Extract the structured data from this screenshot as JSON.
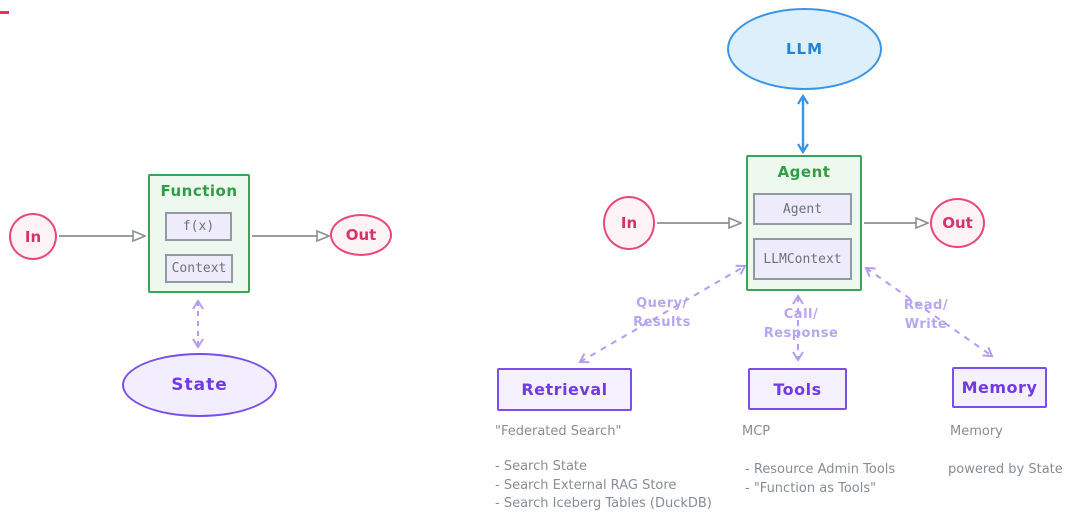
{
  "left_diagram": {
    "in_label": "In",
    "out_label": "Out",
    "function_node": {
      "title": "Function",
      "sub_items": [
        "f(x)",
        "Context"
      ]
    },
    "state_label": "State"
  },
  "right_diagram": {
    "llm_label": "LLM",
    "in_label": "In",
    "out_label": "Out",
    "agent_node": {
      "title": "Agent",
      "sub_items": [
        "Agent",
        "LLMContext"
      ]
    },
    "edge_labels": [
      {
        "line1": "Query/",
        "line2": "Results"
      },
      {
        "line1": "Call/",
        "line2": "Response"
      },
      {
        "line1": "Read/",
        "line2": "Write"
      }
    ],
    "columns": [
      {
        "box_label": "Retrieval",
        "heading": "\"Federated Search\"",
        "items": [
          "- Search State",
          "- Search External RAG Store",
          "- Search Iceberg Tables (DuckDB)"
        ]
      },
      {
        "box_label": "Tools",
        "heading": "MCP",
        "items": [
          "- Resource Admin Tools",
          "- \"Function as Tools\""
        ]
      },
      {
        "box_label": "Memory",
        "heading": "Memory",
        "items": [
          "powered by State"
        ]
      }
    ]
  },
  "colors": {
    "green_border": "#3aa35a",
    "green_fill": "#edf9ee",
    "green_text": "#2f9e44",
    "pink_border": "#e8487c",
    "pink_fill": "#fdf2f4",
    "pink_text": "#d6336c",
    "purple_border": "#7a4fe9",
    "purple_fill": "#f4f0fe",
    "purple_text": "#713be4",
    "blue_border": "#3895e8",
    "blue_fill": "#ddeffb",
    "blue_text": "#2583d8",
    "connector_gray": "#8a9096",
    "connector_lavender": "#b49cf5",
    "note_text": "#868d96",
    "inner_box_border": "#949aa3",
    "inner_box_fill": "#eeebfa",
    "inner_box_text": "#6d737b"
  }
}
